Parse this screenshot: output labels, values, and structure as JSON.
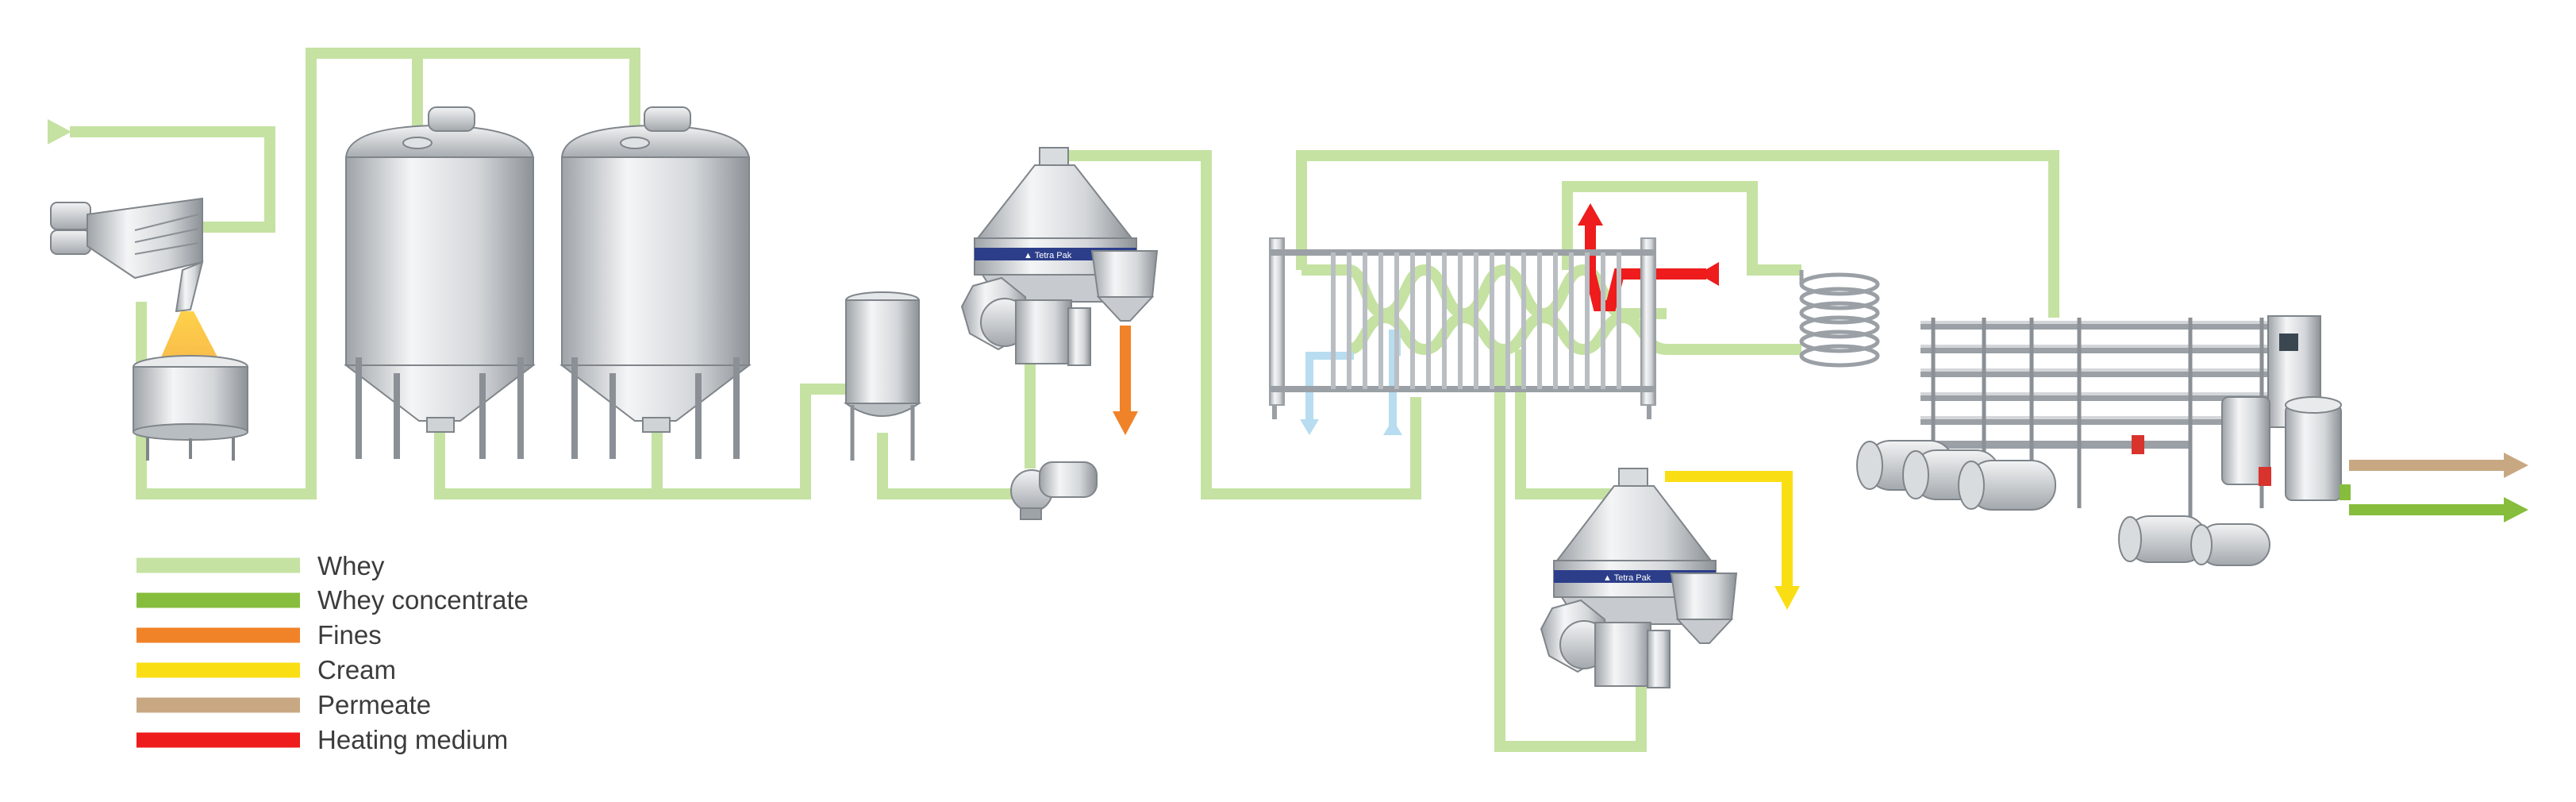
{
  "diagram": {
    "equipment_brand": "Tetra Pak",
    "colors": {
      "whey": "#c5e2a2",
      "whey_concentrate": "#86bd3c",
      "fines": "#f08228",
      "cream": "#fade14",
      "permeate": "#c8a882",
      "heating_medium": "#ee1c1c",
      "cooling": "#b8dcf0",
      "equipment": "#c9cdd1"
    },
    "equipment_icons": [
      "strainer-icon",
      "collection-vat-icon",
      "buffer-tank-1-icon",
      "buffer-tank-2-icon",
      "small-tank-icon",
      "centrifugal-pump-icon",
      "clarifier-separator-icon",
      "plate-heat-exchanger-icon",
      "heating-coil-icon",
      "cream-separator-icon",
      "filtration-plant-icon"
    ]
  },
  "legend": [
    {
      "label": "Whey",
      "color": "#c5e2a2"
    },
    {
      "label": "Whey concentrate",
      "color": "#86bd3c"
    },
    {
      "label": "Fines",
      "color": "#f08228"
    },
    {
      "label": "Cream",
      "color": "#fade14"
    },
    {
      "label": "Permeate",
      "color": "#c8a882"
    },
    {
      "label": "Heating medium",
      "color": "#ee1c1c"
    }
  ]
}
